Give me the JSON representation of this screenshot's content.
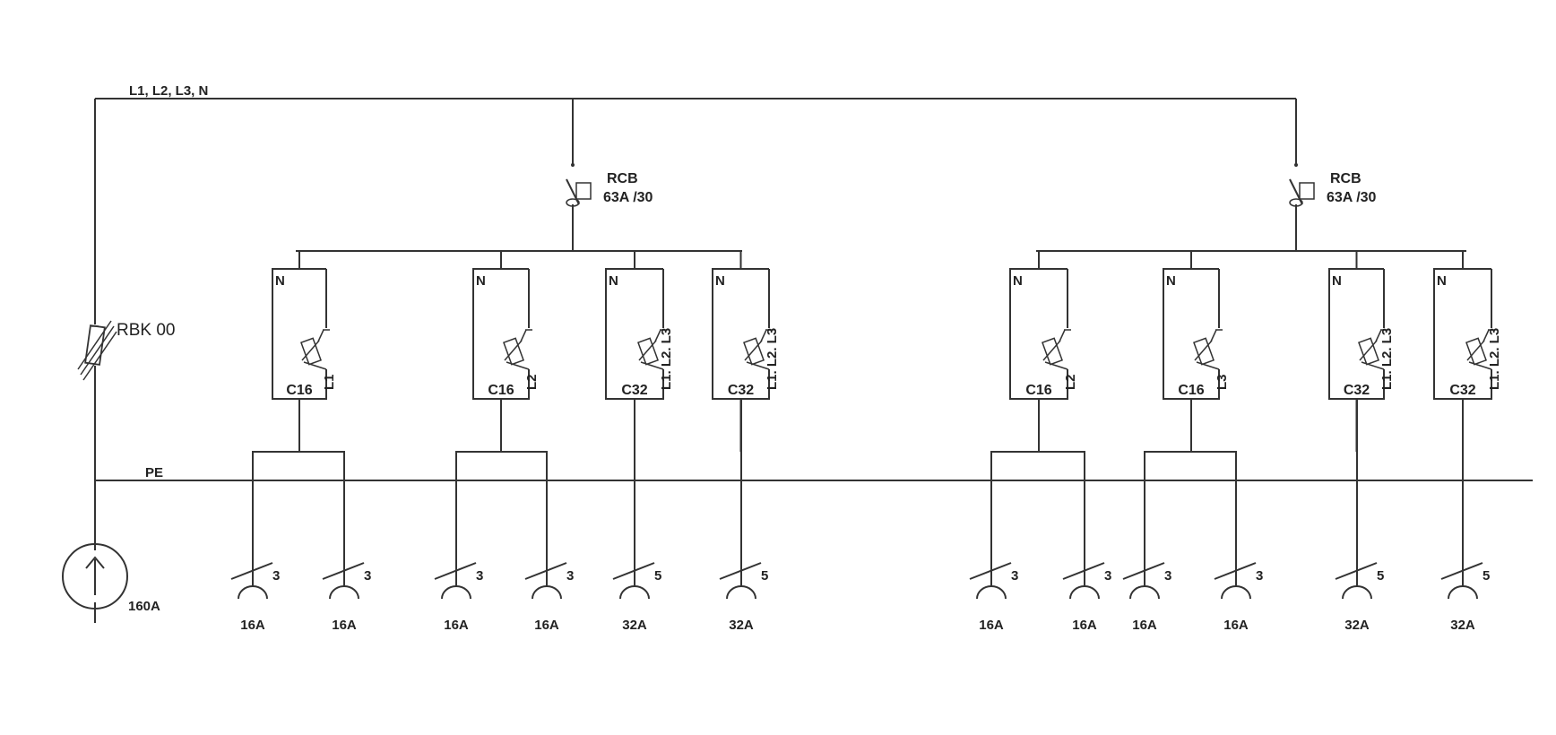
{
  "bus": {
    "label": "L1, L2, L3, N"
  },
  "main_fuse": {
    "label": "RBK 00"
  },
  "pe": {
    "label": "PE"
  },
  "supply": {
    "label": "160A"
  },
  "rcbs": [
    {
      "name": "RCB",
      "rating": "63A /30"
    },
    {
      "name": "RCB",
      "rating": "63A /30"
    }
  ],
  "breakers": [
    {
      "neutral": "N",
      "rating": "C16",
      "phase": "L1"
    },
    {
      "neutral": "N",
      "rating": "C16",
      "phase": "L2"
    },
    {
      "neutral": "N",
      "rating": "C32",
      "phase": "L1. L2. L3"
    },
    {
      "neutral": "N",
      "rating": "C32",
      "phase": "L1. L2. L3"
    },
    {
      "neutral": "N",
      "rating": "C16",
      "phase": "L2"
    },
    {
      "neutral": "N",
      "rating": "C16",
      "phase": "L3"
    },
    {
      "neutral": "N",
      "rating": "C32",
      "phase": "L1. L2. L3"
    },
    {
      "neutral": "N",
      "rating": "C32",
      "phase": "L1. L2. L3"
    }
  ],
  "sockets": [
    {
      "wires": "3",
      "rating": "16A"
    },
    {
      "wires": "3",
      "rating": "16A"
    },
    {
      "wires": "3",
      "rating": "16A"
    },
    {
      "wires": "3",
      "rating": "16A"
    },
    {
      "wires": "5",
      "rating": "32A"
    },
    {
      "wires": "5",
      "rating": "32A"
    },
    {
      "wires": "3",
      "rating": "16A"
    },
    {
      "wires": "3",
      "rating": "16A"
    },
    {
      "wires": "3",
      "rating": "16A"
    },
    {
      "wires": "3",
      "rating": "16A"
    },
    {
      "wires": "5",
      "rating": "32A"
    },
    {
      "wires": "5",
      "rating": "32A"
    }
  ]
}
